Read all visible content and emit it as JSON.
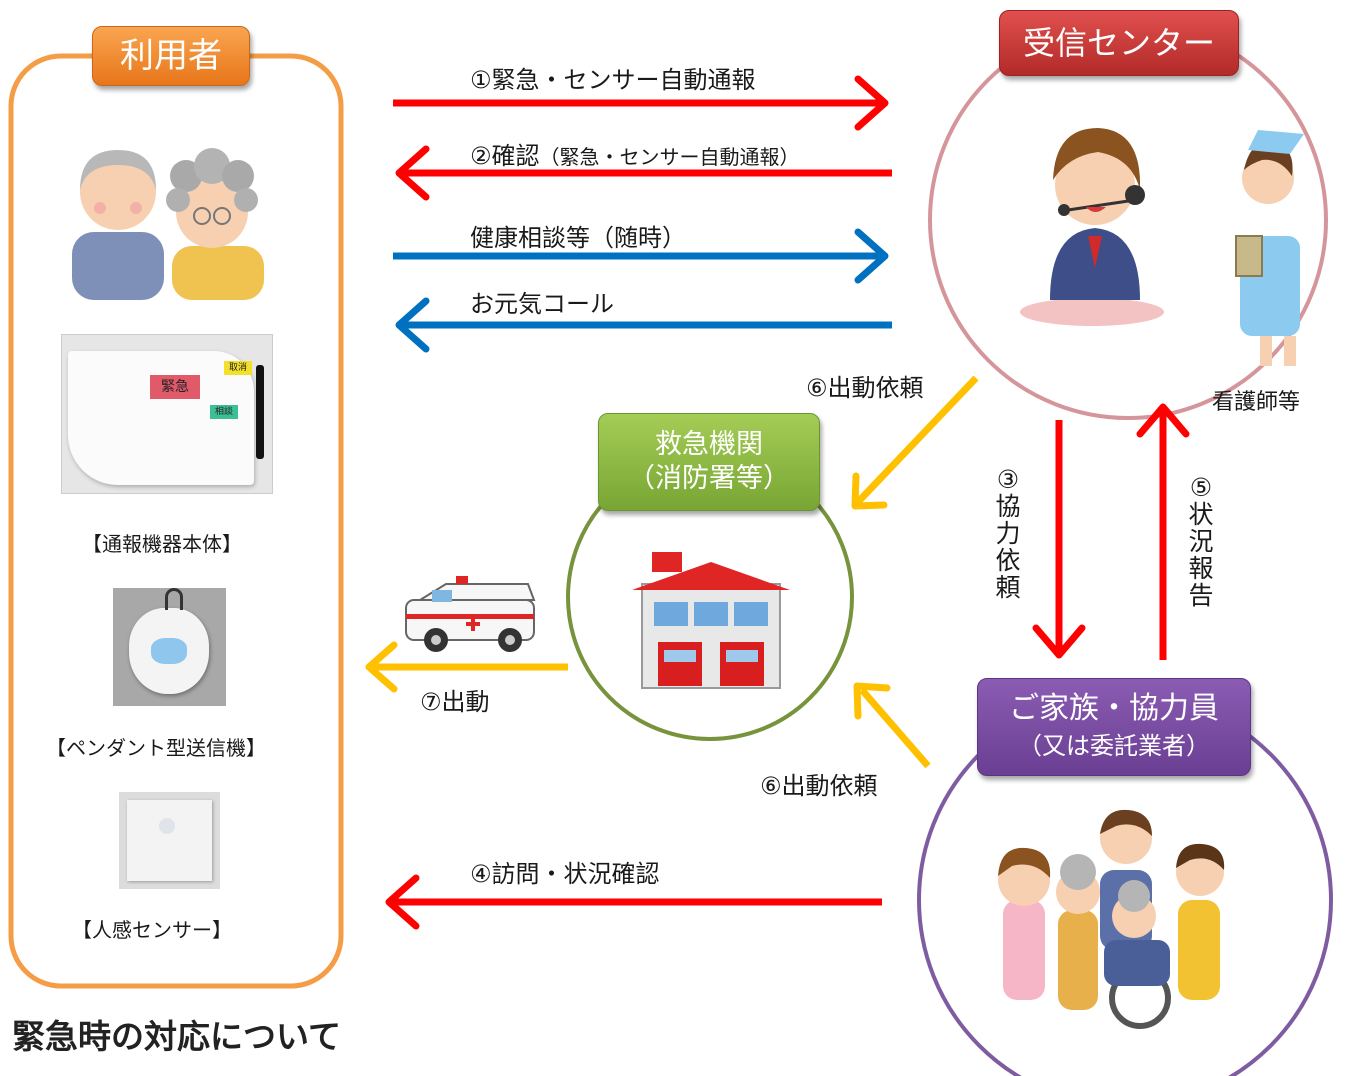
{
  "title": "緊急時の対応について",
  "nodes": {
    "user": {
      "label": "利用者"
    },
    "center": {
      "label": "受信センター",
      "nurse_label": "看護師等"
    },
    "rescue": {
      "label_line1": "救急機関",
      "label_line2": "（消防署等）"
    },
    "family": {
      "label_line1": "ご家族・協力員",
      "label_line2": "（又は委託業者）"
    }
  },
  "devices": {
    "main_unit": {
      "caption": "【通報機器本体】",
      "button_emergency": "緊急",
      "button_cancel": "取消",
      "button_consult": "相談"
    },
    "pendant": {
      "caption": "【ペンダント型送信機】"
    },
    "sensor": {
      "caption": "【人感センサー】"
    }
  },
  "flows": {
    "f1": "①緊急・センサー自動通報",
    "f2_main": "②確認",
    "f2_sub": "（緊急・センサー自動通報）",
    "health": "健康相談等（随時）",
    "genki": "お元気コール",
    "f3": "③協力依頼",
    "f4": "④訪問・状況確認",
    "f5": "⑤状況報告",
    "f6_center": "⑥出動依頼",
    "f6_family": "⑥出動依頼",
    "f7": "⑦出動"
  },
  "colors": {
    "emergency_arrow": "#ff0000",
    "consult_arrow": "#0070c0",
    "dispatch_arrow": "#ffc000",
    "user_frame": "#f59d46",
    "center_circle": "#d4959b",
    "rescue_circle": "#77933c",
    "family_circle": "#7f5ca2"
  }
}
